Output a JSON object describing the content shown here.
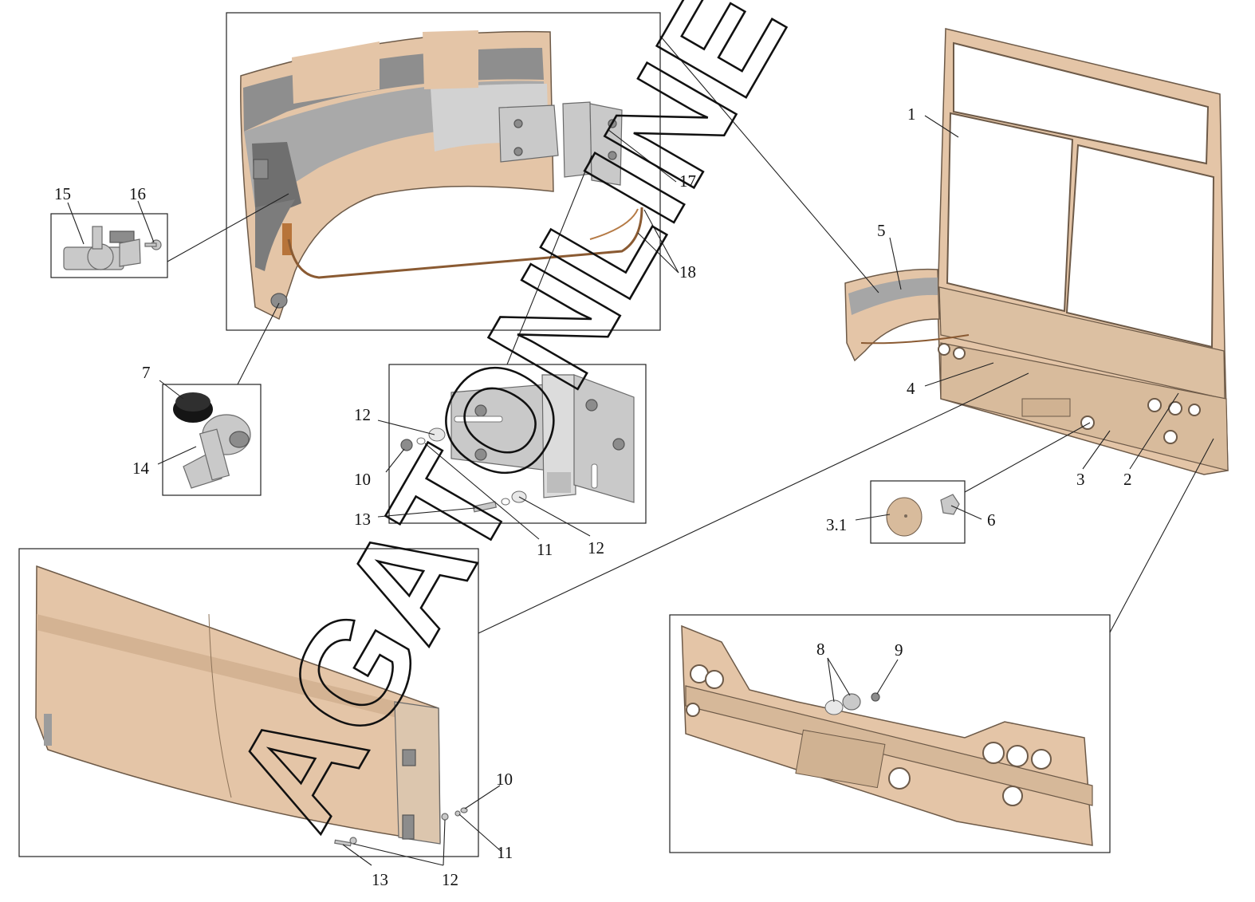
{
  "callouts": [
    {
      "id": "c1",
      "text": "1"
    },
    {
      "id": "c2",
      "text": "2"
    },
    {
      "id": "c3",
      "text": "3"
    },
    {
      "id": "c3_1",
      "text": "3.1"
    },
    {
      "id": "c4",
      "text": "4"
    },
    {
      "id": "c5",
      "text": "5"
    },
    {
      "id": "c6",
      "text": "6"
    },
    {
      "id": "c7",
      "text": "7"
    },
    {
      "id": "c8",
      "text": "8"
    },
    {
      "id": "c9",
      "text": "9"
    },
    {
      "id": "c10a",
      "text": "10"
    },
    {
      "id": "c10b",
      "text": "10"
    },
    {
      "id": "c11a",
      "text": "11"
    },
    {
      "id": "c11b",
      "text": "11"
    },
    {
      "id": "c12a",
      "text": "12"
    },
    {
      "id": "c12b",
      "text": "12"
    },
    {
      "id": "c12c",
      "text": "12"
    },
    {
      "id": "c13a",
      "text": "13"
    },
    {
      "id": "c13b",
      "text": "13"
    },
    {
      "id": "c14",
      "text": "14"
    },
    {
      "id": "c15",
      "text": "15"
    },
    {
      "id": "c16",
      "text": "16"
    },
    {
      "id": "c17",
      "text": "17"
    },
    {
      "id": "c18",
      "text": "18"
    }
  ],
  "watermark": "AGATONLINE",
  "colors": {
    "panel": "#e4c5a7",
    "panel_shade": "#c9a787",
    "metal": "#c9c9c9",
    "dark": "#8c8c8c",
    "line": "#222222"
  }
}
